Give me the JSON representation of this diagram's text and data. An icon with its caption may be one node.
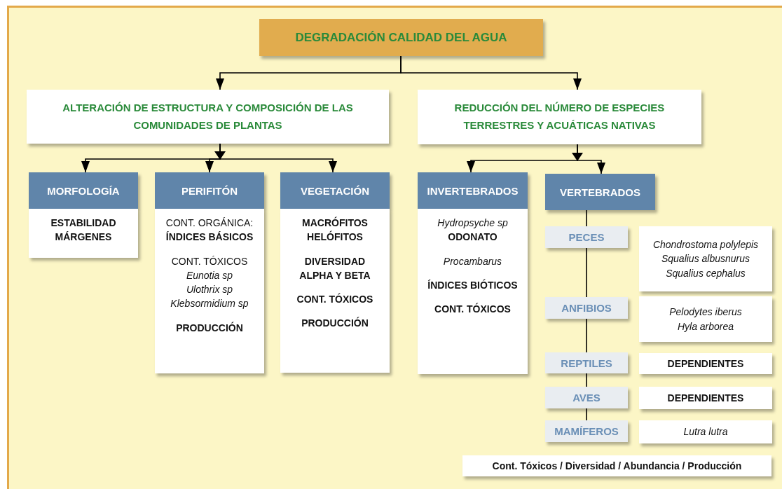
{
  "diagram": {
    "nodes": [
      {
        "text": [
          "DEGRADACIÓN CALIDAD DEL AGUA"
        ]
      },
      {
        "text": [
          "ALTERACIÓN DE ESTRUCTURA Y COMPOSICIÓN DE LAS COMUNIDADES DE PLANTAS"
        ]
      },
      {
        "text": [
          "REDUCCIÓN DEL NÚMERO DE ESPECIES TERRESTRES Y ACUÁTICAS NATIVAS"
        ]
      },
      {
        "text": [
          "MORFOLOGÍA",
          "ESTABILIDAD MÁRGENES"
        ]
      },
      {
        "text": [
          "PERIFITÓN",
          "CONT. ORGÁNICA:",
          "ÍNDICES BÁSICOS",
          "CONT. TÓXICOS",
          "Eunotia sp",
          "Ulothrix sp",
          "Klebsormidium sp",
          "PRODUCCIÓN"
        ]
      },
      {
        "text": [
          "VEGETACIÓN",
          "MACRÓFITOS HELÓFITOS",
          "DIVERSIDAD ALPHA Y BETA",
          "CONT. TÓXICOS",
          "PRODUCCIÓN"
        ]
      },
      {
        "text": [
          "INVERTEBRADOS",
          "Hydropsyche sp",
          "ODONATO",
          "Procambarus",
          "ÍNDICES BIÓTICOS",
          "CONT. TÓXICOS"
        ]
      },
      {
        "text": [
          "VERTEBRADOS"
        ]
      },
      {
        "text": [
          "PECES"
        ]
      },
      {
        "text": [
          "Chondrostoma polylepis",
          "Squalius albusnurus",
          "Squalius cephalus"
        ]
      },
      {
        "text": [
          "ANFIBIOS"
        ]
      },
      {
        "text": [
          "Pelodytes iberus",
          "Hyla arborea"
        ]
      },
      {
        "text": [
          "REPTILES"
        ]
      },
      {
        "text": [
          "DEPENDIENTES"
        ]
      },
      {
        "text": [
          "AVES"
        ]
      },
      {
        "text": [
          "DEPENDIENTES"
        ]
      },
      {
        "text": [
          "MAMÍFEROS"
        ]
      },
      {
        "text": [
          "Lutra lutra"
        ]
      },
      {
        "text": [
          "Cont. Tóxicos / Diversidad / Abundancia / Producción"
        ]
      }
    ],
    "edges": [
      {
        "from": 0,
        "to": 1,
        "arrow": "to"
      },
      {
        "from": 0,
        "to": 2,
        "arrow": "to"
      },
      {
        "from": 1,
        "to": 3,
        "arrow": "to"
      },
      {
        "from": 1,
        "to": 4,
        "arrow": "to"
      },
      {
        "from": 1,
        "to": 5,
        "arrow": "to"
      },
      {
        "from": 2,
        "to": 6,
        "arrow": "to"
      },
      {
        "from": 2,
        "to": 7,
        "arrow": "to"
      },
      {
        "from": 7,
        "to": 8,
        "arrow": "none"
      },
      {
        "from": 8,
        "to": 10,
        "arrow": "none"
      },
      {
        "from": 10,
        "to": 12,
        "arrow": "none"
      },
      {
        "from": 12,
        "to": 14,
        "arrow": "none"
      },
      {
        "from": 14,
        "to": 16,
        "arrow": "none"
      }
    ]
  }
}
